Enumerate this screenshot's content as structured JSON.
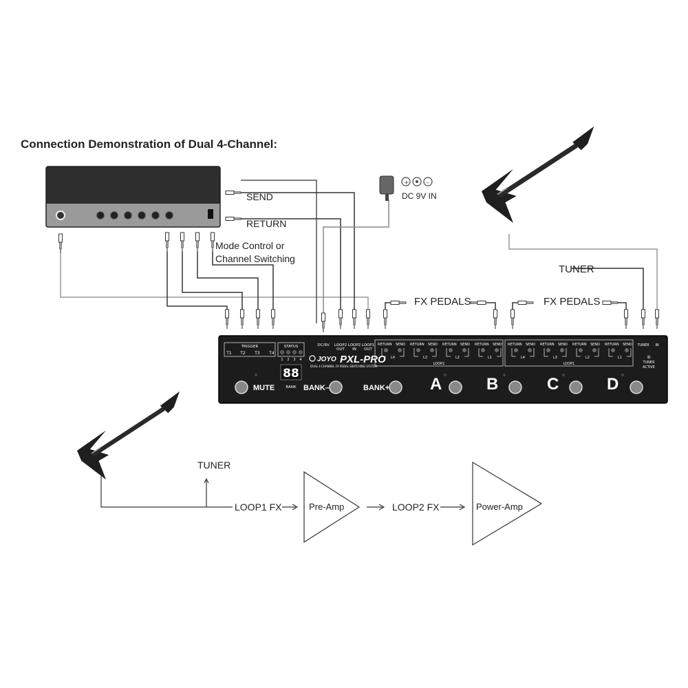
{
  "title": "Connection Demonstration of Dual 4-Channel:",
  "amp_labels": {
    "send": "SEND",
    "return": "RETURN",
    "mode_line1": "Mode Control or",
    "mode_line2": "Channel Switching"
  },
  "power": {
    "label": "DC 9V IN"
  },
  "tuner_label": "TUNER",
  "fx_pedals_label": "FX PEDALS",
  "device": {
    "brand": "JOYO",
    "model": "PXL-PRO",
    "subtitle": "DUAL 4 CHANNEL FX PEDAL SWITCHING SYSTEM",
    "trigger": "TRIGGER",
    "status": "STATUS",
    "trigger_ports": [
      "T1",
      "T2",
      "T3",
      "T4"
    ],
    "status_numbers": [
      "1",
      "2",
      "3",
      "4"
    ],
    "dc_label": "DC/9V",
    "loop2_out_1": "LOOP2",
    "loop2_out_2": "OUT",
    "loop2_in_1": "LOOP2",
    "loop2_in_2": "IN",
    "loop1_out_1": "LOOP1",
    "loop1_out_2": "OUT",
    "return_label": "RETURN",
    "send_label": "SEND",
    "loop_slots": [
      "L4",
      "L3",
      "L2",
      "L1",
      "L4",
      "L3",
      "L2",
      "L1"
    ],
    "loop2_group": "LOOP2",
    "loop1_group": "LOOP1",
    "tuner_port": "TUNER",
    "in_port": "IN",
    "tuner_active_1": "TUNER",
    "tuner_active_2": "ACTIVE",
    "display": "88",
    "bank_label": "BANK",
    "mute": "MUTE",
    "bank_minus": "BANK–",
    "bank_plus": "BANK+",
    "channels": [
      "A",
      "B",
      "C",
      "D"
    ]
  },
  "signal_chain": {
    "tuner": "TUNER",
    "loop1_fx": "LOOP1 FX",
    "preamp": "Pre-Amp",
    "loop2_fx": "LOOP2 FX",
    "poweramp": "Power-Amp"
  }
}
